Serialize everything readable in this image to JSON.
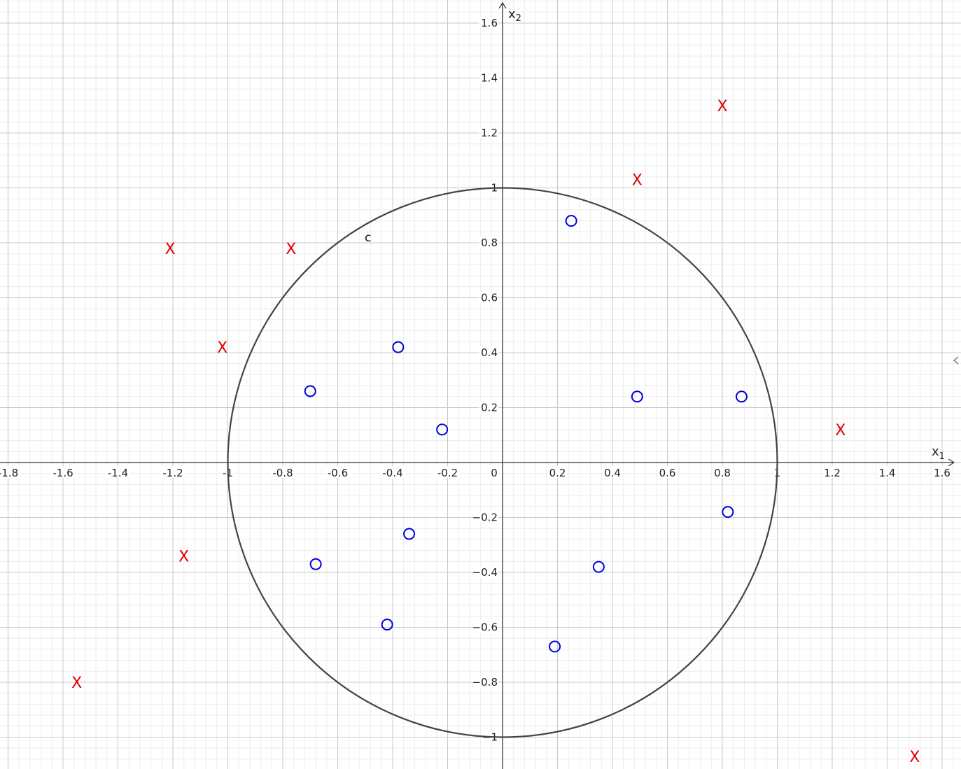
{
  "chart_data": {
    "type": "scatter",
    "xlabel": "x",
    "xlabel_sub": "1",
    "ylabel": "x",
    "ylabel_sub": "2",
    "xlim": [
      -1.8,
      1.65
    ],
    "ylim": [
      -1.1,
      1.68
    ],
    "grid": true,
    "origin_label": "0",
    "xticks": [
      {
        "v": -1.8,
        "label": "-1.8"
      },
      {
        "v": -1.6,
        "label": "-1.6"
      },
      {
        "v": -1.4,
        "label": "-1.4"
      },
      {
        "v": -1.2,
        "label": "-1.2"
      },
      {
        "v": -1.0,
        "label": "-1"
      },
      {
        "v": -0.8,
        "label": "-0.8"
      },
      {
        "v": -0.6,
        "label": "-0.6"
      },
      {
        "v": -0.4,
        "label": "-0.4"
      },
      {
        "v": -0.2,
        "label": "-0.2"
      },
      {
        "v": 0.2,
        "label": "0.2"
      },
      {
        "v": 0.4,
        "label": "0.4"
      },
      {
        "v": 0.6,
        "label": "0.6"
      },
      {
        "v": 0.8,
        "label": "0.8"
      },
      {
        "v": 1.0,
        "label": "1"
      },
      {
        "v": 1.2,
        "label": "1.2"
      },
      {
        "v": 1.4,
        "label": "1.4"
      },
      {
        "v": 1.6,
        "label": "1.6"
      }
    ],
    "yticks": [
      {
        "v": 1.6,
        "label": "1.6"
      },
      {
        "v": 1.4,
        "label": "1.4"
      },
      {
        "v": 1.2,
        "label": "1.2"
      },
      {
        "v": 1.0,
        "label": "1"
      },
      {
        "v": 0.8,
        "label": "0.8"
      },
      {
        "v": 0.6,
        "label": "0.6"
      },
      {
        "v": 0.4,
        "label": "0.4"
      },
      {
        "v": 0.2,
        "label": "0.2"
      },
      {
        "v": -0.2,
        "label": "−0.2"
      },
      {
        "v": -0.4,
        "label": "−0.4"
      },
      {
        "v": -0.6,
        "label": "−0.6"
      },
      {
        "v": -0.8,
        "label": "−0.8"
      },
      {
        "v": -1.0,
        "label": "−1"
      }
    ],
    "curve": {
      "label": "c",
      "center": [
        0,
        0
      ],
      "radius": 1,
      "label_at": [
        -0.49,
        0.82
      ]
    },
    "series": [
      {
        "marker": "X",
        "color": "#e00000",
        "points": [
          [
            0.8,
            1.3
          ],
          [
            0.49,
            1.03
          ],
          [
            -1.21,
            0.78
          ],
          [
            -0.77,
            0.78
          ],
          [
            -1.02,
            0.42
          ],
          [
            1.23,
            0.12
          ],
          [
            -1.16,
            -0.34
          ],
          [
            -1.55,
            -0.8
          ],
          [
            1.5,
            -1.07
          ]
        ]
      },
      {
        "marker": "O",
        "color": "#0000e0",
        "points": [
          [
            0.25,
            0.88
          ],
          [
            -0.38,
            0.42
          ],
          [
            -0.7,
            0.26
          ],
          [
            0.49,
            0.24
          ],
          [
            0.87,
            0.24
          ],
          [
            -0.22,
            0.12
          ],
          [
            0.82,
            -0.18
          ],
          [
            -0.34,
            -0.26
          ],
          [
            -0.68,
            -0.37
          ],
          [
            0.35,
            -0.38
          ],
          [
            -0.42,
            -0.59
          ],
          [
            0.19,
            -0.67
          ]
        ]
      }
    ]
  }
}
